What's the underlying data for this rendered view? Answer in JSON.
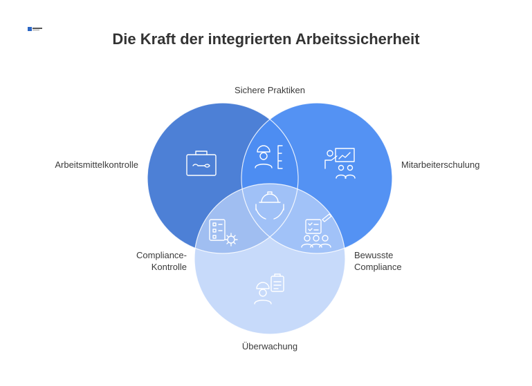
{
  "title": "Die Kraft der integrierten Arbeitssicherheit",
  "colors": {
    "circle_left": "#4d80d6",
    "circle_right": "#4d8ef2",
    "circle_bottom": "#8fb6f6",
    "title": "#333333",
    "text": "#3a3a3a"
  },
  "labels": {
    "top": "Sichere Praktiken",
    "left": "Arbeitsmittelkontrolle",
    "right": "Mitarbeiterschulung",
    "compliance_control_line1": "Compliance-",
    "compliance_control_line2": "Kontrolle",
    "aware_compliance_line1": "Bewusste",
    "aware_compliance_line2": "Compliance",
    "bottom": "Überwachung"
  },
  "icons": {
    "left": "toolbox-wrench-icon",
    "top_overlap": "worker-ruler-icon",
    "right": "training-presentation-icon",
    "center": "hands-hardhat-icon",
    "left_bottom_overlap": "checklist-gear-icon",
    "right_bottom_overlap": "checklist-group-icon",
    "bottom": "worker-clipboard-icon"
  }
}
